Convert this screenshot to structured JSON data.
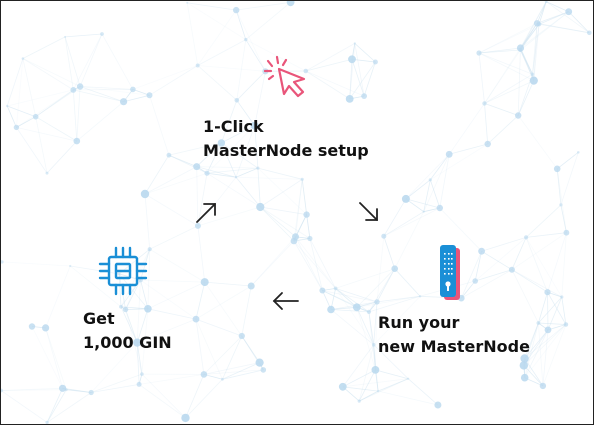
{
  "steps": {
    "click_setup": {
      "line1": "1-Click",
      "line2": "MasterNode setup",
      "icon": "cursor-click-icon"
    },
    "run_node": {
      "line1": "Run your",
      "line2": "new MasterNode",
      "icon": "device-icon"
    },
    "get_gin": {
      "line1": "Get",
      "line2": "1,000 GIN",
      "icon": "chip-icon"
    }
  },
  "arrows": [
    "arrow-up-right-icon",
    "arrow-down-right-icon",
    "arrow-left-icon"
  ],
  "colors": {
    "text": "#111111",
    "accent_pink": "#e9557a",
    "accent_blue": "#1a8fd6",
    "network_line": "#cfe3f0",
    "network_dot": "#b9d8ee"
  }
}
